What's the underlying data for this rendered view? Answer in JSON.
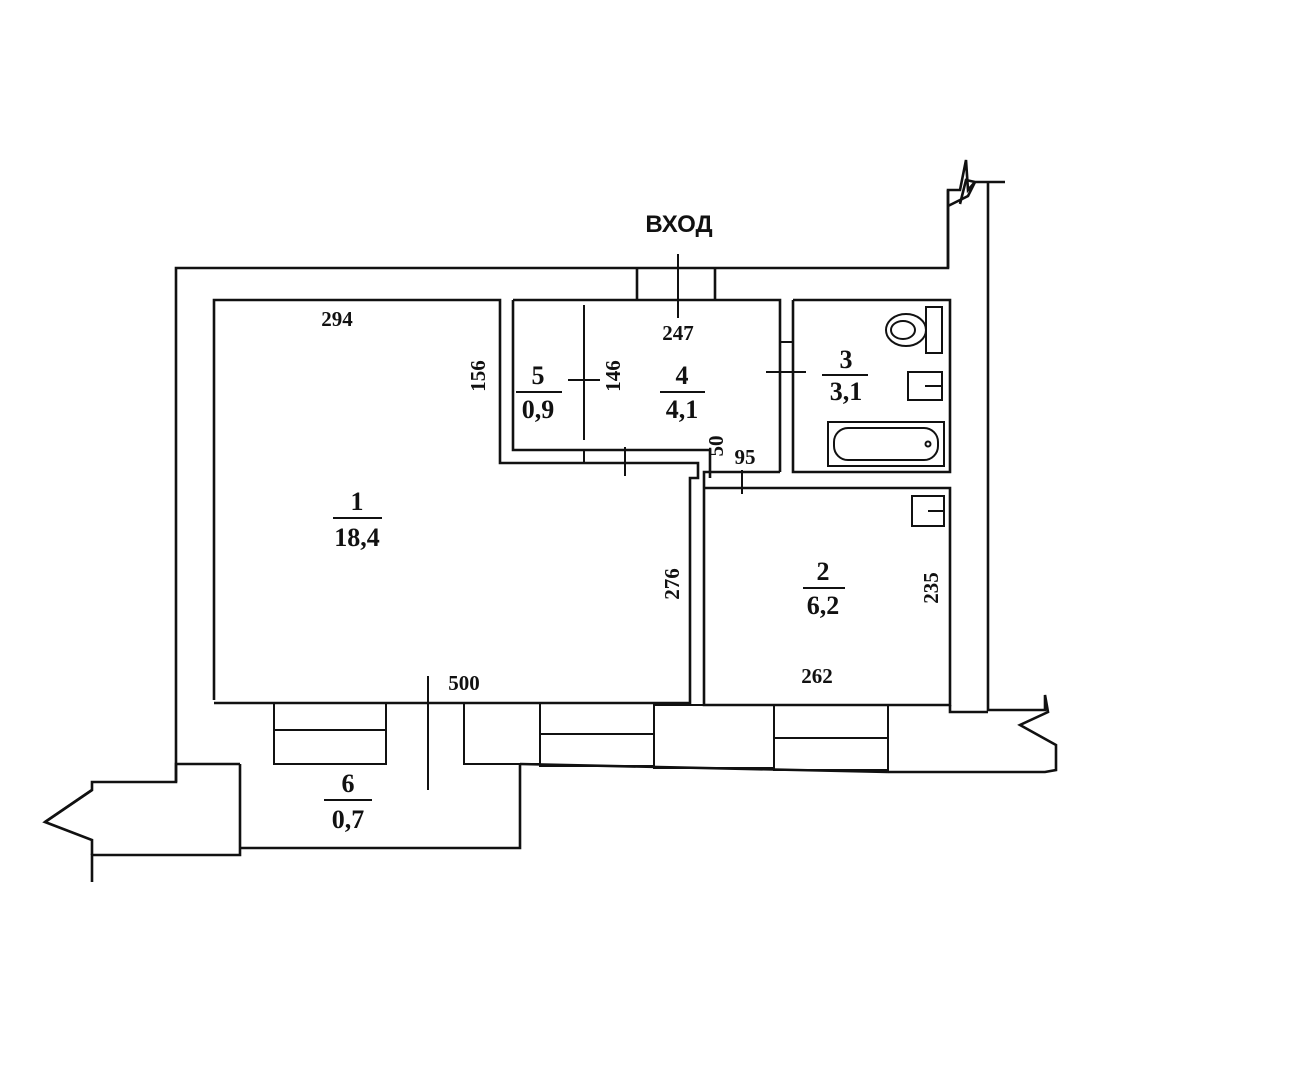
{
  "entrance": "ВХОД",
  "rooms": [
    {
      "number": "1",
      "area": "18,4"
    },
    {
      "number": "2",
      "area": "6,2"
    },
    {
      "number": "3",
      "area": "3,1"
    },
    {
      "number": "4",
      "area": "4,1"
    },
    {
      "number": "5",
      "area": "0,9"
    },
    {
      "number": "6",
      "area": "0,7"
    }
  ],
  "dimensions": {
    "room1_top": "294",
    "room1_side": "156",
    "room1_bottom": "500",
    "room1_partition": "276",
    "room5_side": "146",
    "hall_top": "247",
    "passage_depth": "50",
    "passage_width": "95",
    "room2_side": "235",
    "room2_bottom": "262"
  }
}
